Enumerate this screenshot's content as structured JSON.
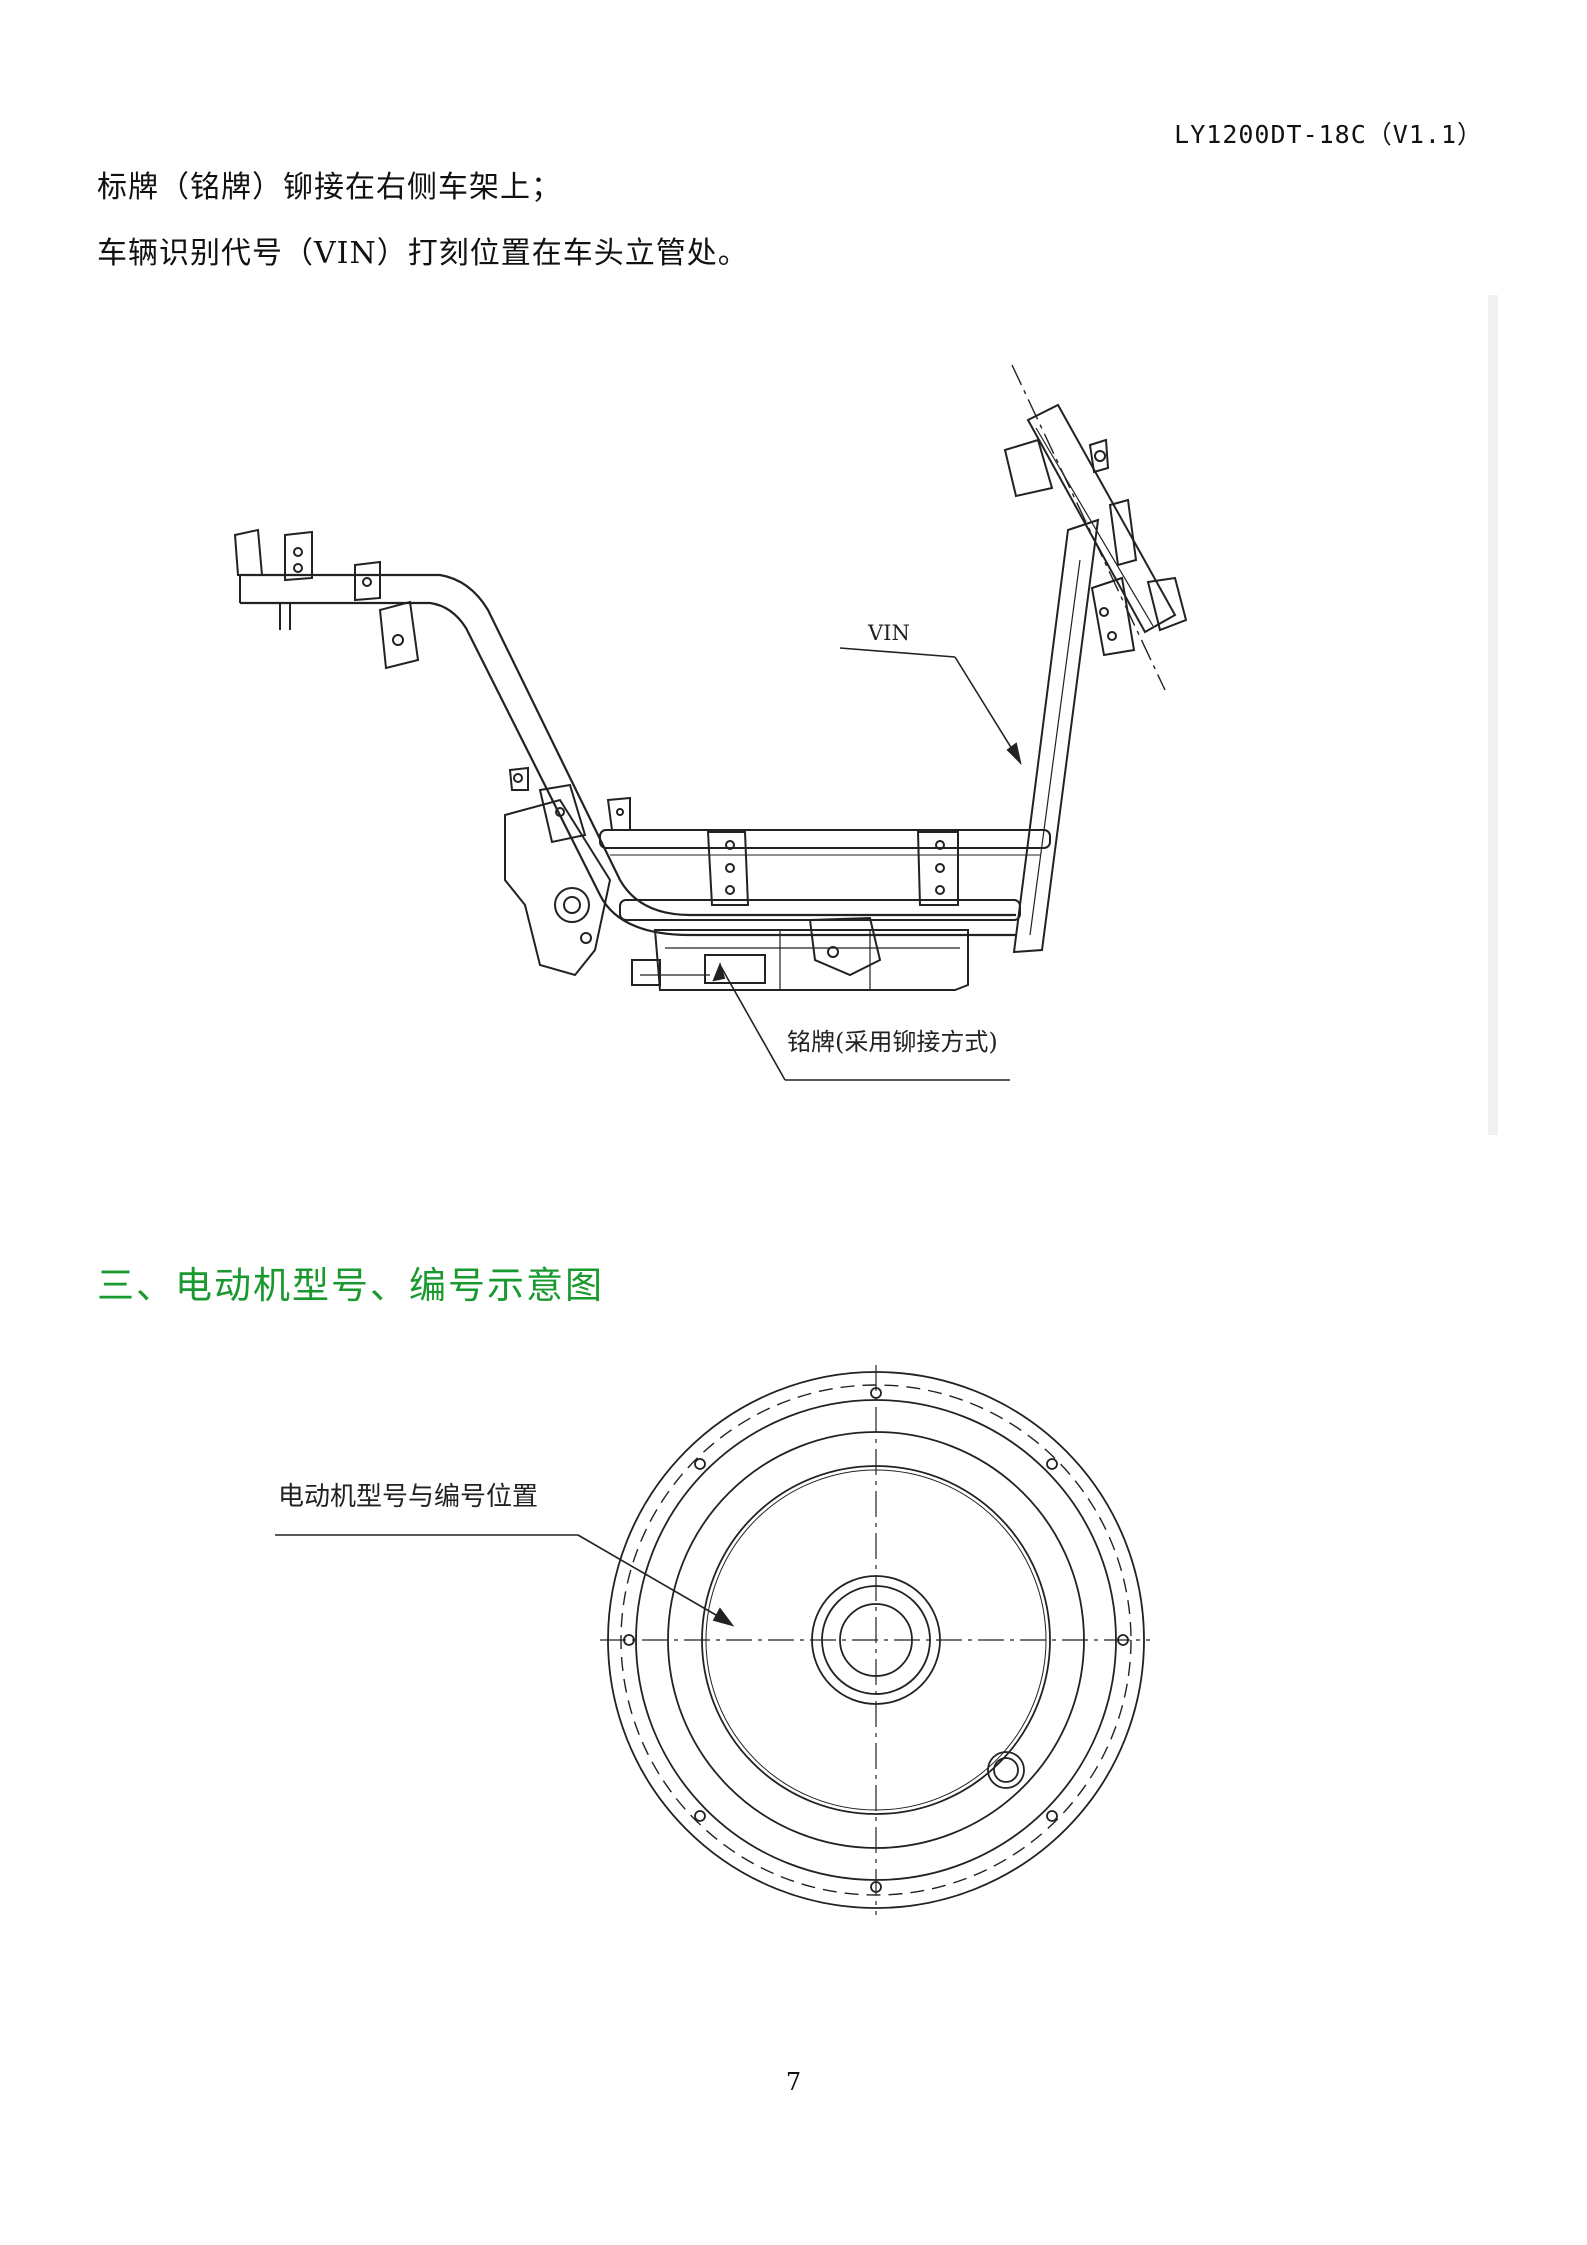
{
  "header": {
    "doc_code": "LY1200DT-18C（V1.1）"
  },
  "body": {
    "paragraph_1": "标牌（铭牌）铆接在右侧车架上；",
    "paragraph_2": "车辆识别代号（VIN）打刻位置在车头立管处。"
  },
  "frame_figure": {
    "vin_label": "VIN",
    "nameplate_label": "铭牌(采用铆接方式)"
  },
  "section": {
    "heading": "三、电动机型号、编号示意图",
    "heading_color": "#1a9a2e"
  },
  "motor_figure": {
    "position_label": "电动机型号与编号位置"
  },
  "footer": {
    "page_number": "7"
  }
}
